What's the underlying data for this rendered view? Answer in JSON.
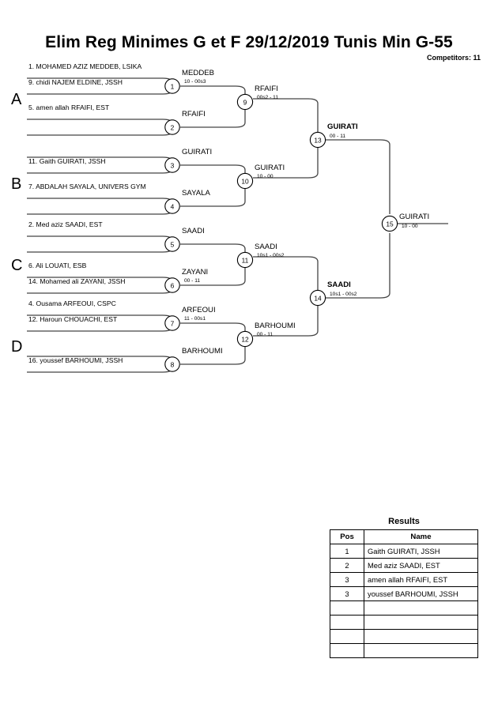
{
  "header": {
    "title": "Elim Reg Minimes G et F  29/12/2019  Tunis   Min G-55",
    "competitors": "Competitors: 11"
  },
  "sections": [
    {
      "letter": "A"
    },
    {
      "letter": "B"
    },
    {
      "letter": "C"
    },
    {
      "letter": "D"
    }
  ],
  "entrants": [
    {
      "label": "1. MOHAMED AZIZ MEDDEB, LSIKA"
    },
    {
      "label": "9. chidi NAJEM ELDINE, JSSH"
    },
    {
      "label": "5. amen allah RFAIFI, EST"
    },
    {
      "label": ""
    },
    {
      "label": ""
    },
    {
      "label": "11. Gaith GUIRATI, JSSH"
    },
    {
      "label": "7. ABDALAH SAYALA, UNIVERS GYM"
    },
    {
      "label": ""
    },
    {
      "label": "2. Med aziz SAADI, EST"
    },
    {
      "label": ""
    },
    {
      "label": "6. Ali LOUATI, ESB"
    },
    {
      "label": "14. Mohamed ali ZAYANI, JSSH"
    },
    {
      "label": "4. Ousama ARFEOUI, CSPC"
    },
    {
      "label": "12. Haroun CHOUACHI, EST"
    },
    {
      "label": ""
    },
    {
      "label": "16. youssef BARHOUMI, JSSH"
    }
  ],
  "matches": [
    {
      "num": "1",
      "winner": "MEDDEB",
      "score": "10 - 00s3",
      "bold": false
    },
    {
      "num": "2",
      "winner": "RFAIFI",
      "score": "",
      "bold": false
    },
    {
      "num": "3",
      "winner": "GUIRATI",
      "score": "",
      "bold": false
    },
    {
      "num": "4",
      "winner": "SAYALA",
      "score": "",
      "bold": false
    },
    {
      "num": "5",
      "winner": "SAADI",
      "score": "",
      "bold": false
    },
    {
      "num": "6",
      "winner": "ZAYANI",
      "score": "00 - 11",
      "bold": false
    },
    {
      "num": "7",
      "winner": "ARFEOUI",
      "score": "11 - 00s1",
      "bold": false
    },
    {
      "num": "8",
      "winner": "BARHOUMI",
      "score": "",
      "bold": false
    },
    {
      "num": "9",
      "winner": "RFAIFI",
      "score": "00s2 - 11",
      "bold": false
    },
    {
      "num": "10",
      "winner": "GUIRATI",
      "score": "10 - 00",
      "bold": false
    },
    {
      "num": "11",
      "winner": "SAADI",
      "score": "10s1 - 00s2",
      "bold": false
    },
    {
      "num": "12",
      "winner": "BARHOUMI",
      "score": "00 - 11",
      "bold": false
    },
    {
      "num": "13",
      "winner": "GUIRATI",
      "score": "00 - 11",
      "bold": true
    },
    {
      "num": "14",
      "winner": "SAADI",
      "score": "10s1 - 00s2",
      "bold": true
    },
    {
      "num": "15",
      "winner": "GUIRATI",
      "score": "10 - 00",
      "bold": false
    }
  ],
  "results": {
    "title": "Results",
    "columns": [
      "Pos",
      "Name"
    ],
    "rows": [
      {
        "pos": "1",
        "name": "Gaith GUIRATI, JSSH"
      },
      {
        "pos": "2",
        "name": "Med aziz SAADI, EST"
      },
      {
        "pos": "3",
        "name": "amen allah RFAIFI, EST"
      },
      {
        "pos": "3",
        "name": "youssef BARHOUMI, JSSH"
      },
      {
        "pos": "",
        "name": ""
      },
      {
        "pos": "",
        "name": ""
      },
      {
        "pos": "",
        "name": ""
      },
      {
        "pos": "",
        "name": ""
      }
    ]
  },
  "colors": {
    "line": "#444444",
    "text": "#000000",
    "background": "#ffffff"
  }
}
